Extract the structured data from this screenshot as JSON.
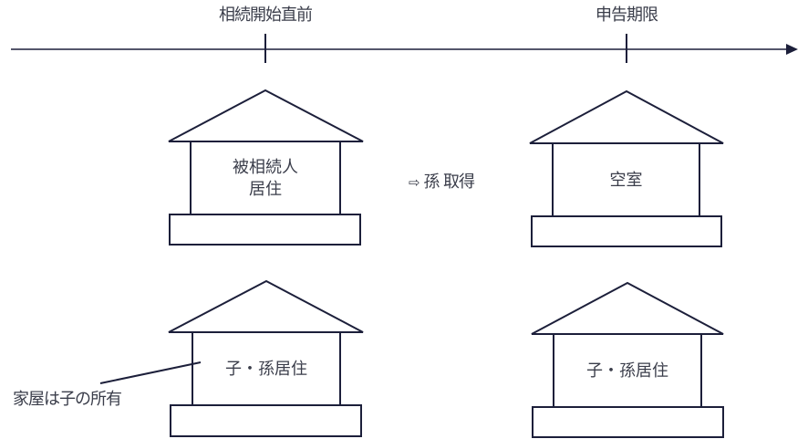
{
  "timeline": {
    "markers": [
      {
        "label": "相続開始直前"
      },
      {
        "label": "申告期限"
      }
    ]
  },
  "colors": {
    "line": "#1c1f3a",
    "text": "#3a3d4a"
  },
  "houses": {
    "top_before": {
      "lines": [
        "被相続人",
        "居住"
      ]
    },
    "top_after": {
      "lines": [
        "空室"
      ]
    },
    "bottom_before": {
      "lines": [
        "子・孫居住"
      ]
    },
    "bottom_after": {
      "lines": [
        "子・孫居住"
      ]
    }
  },
  "transition": {
    "arrow_icon": "⇨",
    "label": "孫 取得"
  },
  "callout": {
    "label": "家屋は子の所有"
  }
}
